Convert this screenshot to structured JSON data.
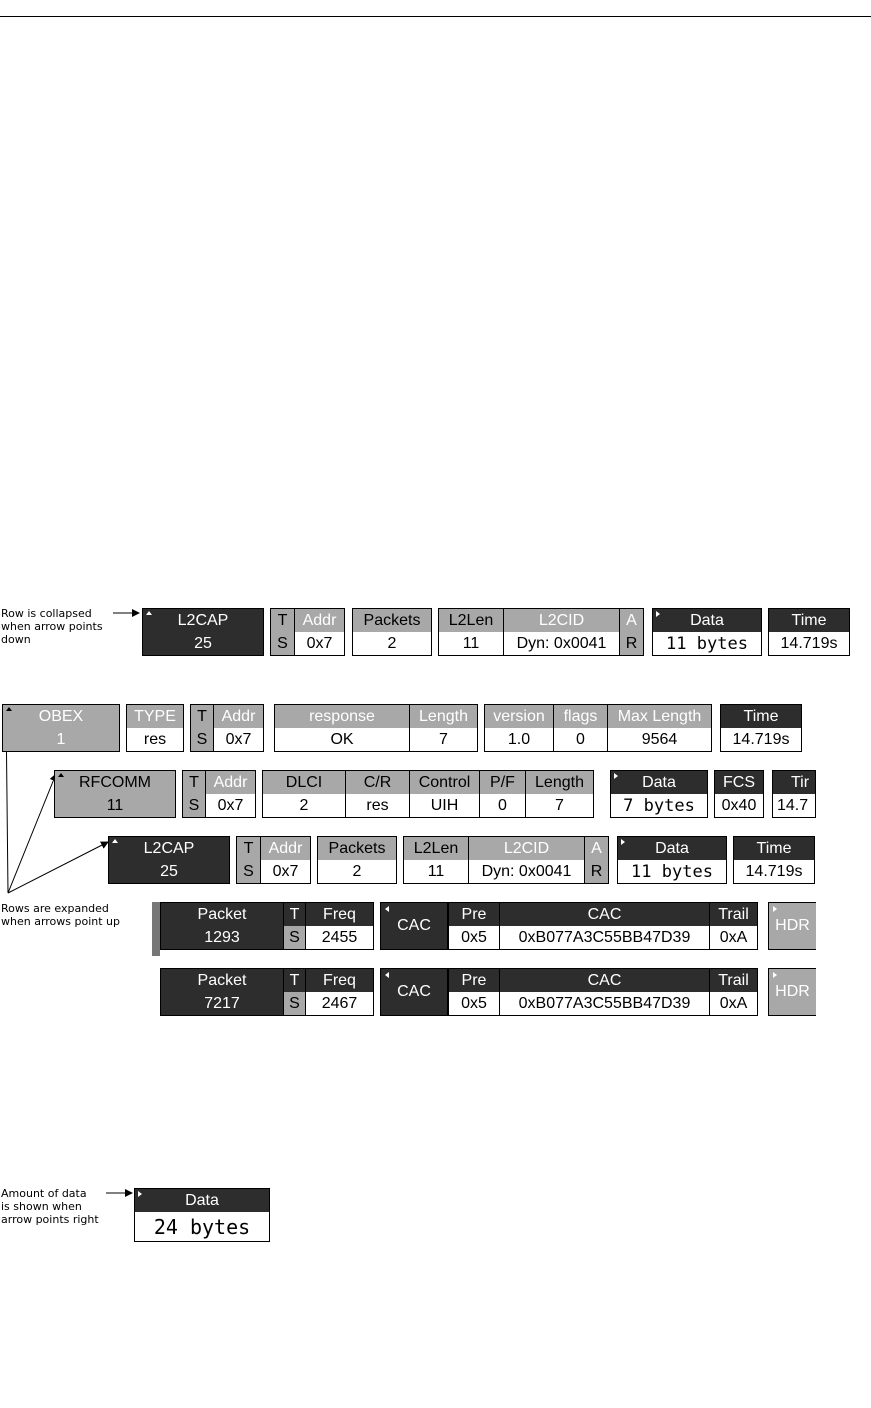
{
  "callouts": {
    "collapsed": [
      "Row is collapsed",
      "when arrow points",
      "down"
    ],
    "expanded": [
      "Rows are expanded",
      "when arrows point up"
    ],
    "data_amount": [
      "Amount of data",
      "is shown when",
      "arrow points right"
    ]
  },
  "row1": {
    "l2cap": {
      "h": "L2CAP",
      "v": "25"
    },
    "t": {
      "h": "T",
      "v": "S"
    },
    "addr": {
      "h": "Addr",
      "v": "0x7"
    },
    "packets": {
      "h": "Packets",
      "v": "2"
    },
    "l2len": {
      "h": "L2Len",
      "v": "11"
    },
    "l2cid": {
      "h": "L2CID",
      "v": "Dyn: 0x0041"
    },
    "a": {
      "h": "A",
      "v": "R"
    },
    "data": {
      "h": "Data",
      "v": "11 bytes"
    },
    "time": {
      "h": "Time",
      "v": "14.719s"
    }
  },
  "obex": {
    "obex": {
      "h": "OBEX",
      "v": "1"
    },
    "type": {
      "h": "TYPE",
      "v": "res"
    },
    "t": {
      "h": "T",
      "v": "S"
    },
    "addr": {
      "h": "Addr",
      "v": "0x7"
    },
    "response": {
      "h": "response",
      "v": "OK"
    },
    "length": {
      "h": "Length",
      "v": "7"
    },
    "version": {
      "h": "version",
      "v": "1.0"
    },
    "flags": {
      "h": "flags",
      "v": "0"
    },
    "maxlen": {
      "h": "Max Length",
      "v": "9564"
    },
    "time": {
      "h": "Time",
      "v": "14.719s"
    }
  },
  "rfcomm": {
    "rfcomm": {
      "h": "RFCOMM",
      "v": "11"
    },
    "t": {
      "h": "T",
      "v": "S"
    },
    "addr": {
      "h": "Addr",
      "v": "0x7"
    },
    "dlci": {
      "h": "DLCI",
      "v": "2"
    },
    "cr": {
      "h": "C/R",
      "v": "res"
    },
    "control": {
      "h": "Control",
      "v": "UIH"
    },
    "pf": {
      "h": "P/F",
      "v": "0"
    },
    "length": {
      "h": "Length",
      "v": "7"
    },
    "data": {
      "h": "Data",
      "v": "7 bytes"
    },
    "fcs": {
      "h": "FCS",
      "v": "0x40"
    },
    "time": {
      "h": "Tir",
      "v": "14.7"
    }
  },
  "l2cap2": {
    "l2cap": {
      "h": "L2CAP",
      "v": "25"
    },
    "t": {
      "h": "T",
      "v": "S"
    },
    "addr": {
      "h": "Addr",
      "v": "0x7"
    },
    "packets": {
      "h": "Packets",
      "v": "2"
    },
    "l2len": {
      "h": "L2Len",
      "v": "11"
    },
    "l2cid": {
      "h": "L2CID",
      "v": "Dyn: 0x0041"
    },
    "a": {
      "h": "A",
      "v": "R"
    },
    "data": {
      "h": "Data",
      "v": "11 bytes"
    },
    "time": {
      "h": "Time",
      "v": "14.719s"
    }
  },
  "packet1": {
    "packet": {
      "h": "Packet",
      "v": "1293"
    },
    "t": {
      "h": "T",
      "v": "S"
    },
    "freq": {
      "h": "Freq",
      "v": "2455"
    },
    "cac_label": "CAC",
    "pre": {
      "h": "Pre",
      "v": "0x5"
    },
    "cac": {
      "h": "CAC",
      "v": "0xB077A3C55BB47D39"
    },
    "trail": {
      "h": "Trail",
      "v": "0xA"
    },
    "hdr": "HDR"
  },
  "packet2": {
    "packet": {
      "h": "Packet",
      "v": "7217"
    },
    "t": {
      "h": "T",
      "v": "S"
    },
    "freq": {
      "h": "Freq",
      "v": "2467"
    },
    "cac_label": "CAC",
    "pre": {
      "h": "Pre",
      "v": "0x5"
    },
    "cac": {
      "h": "CAC",
      "v": "0xB077A3C55BB47D39"
    },
    "trail": {
      "h": "Trail",
      "v": "0xA"
    },
    "hdr": "HDR"
  },
  "data_box": {
    "h": "Data",
    "v": "24 bytes"
  }
}
